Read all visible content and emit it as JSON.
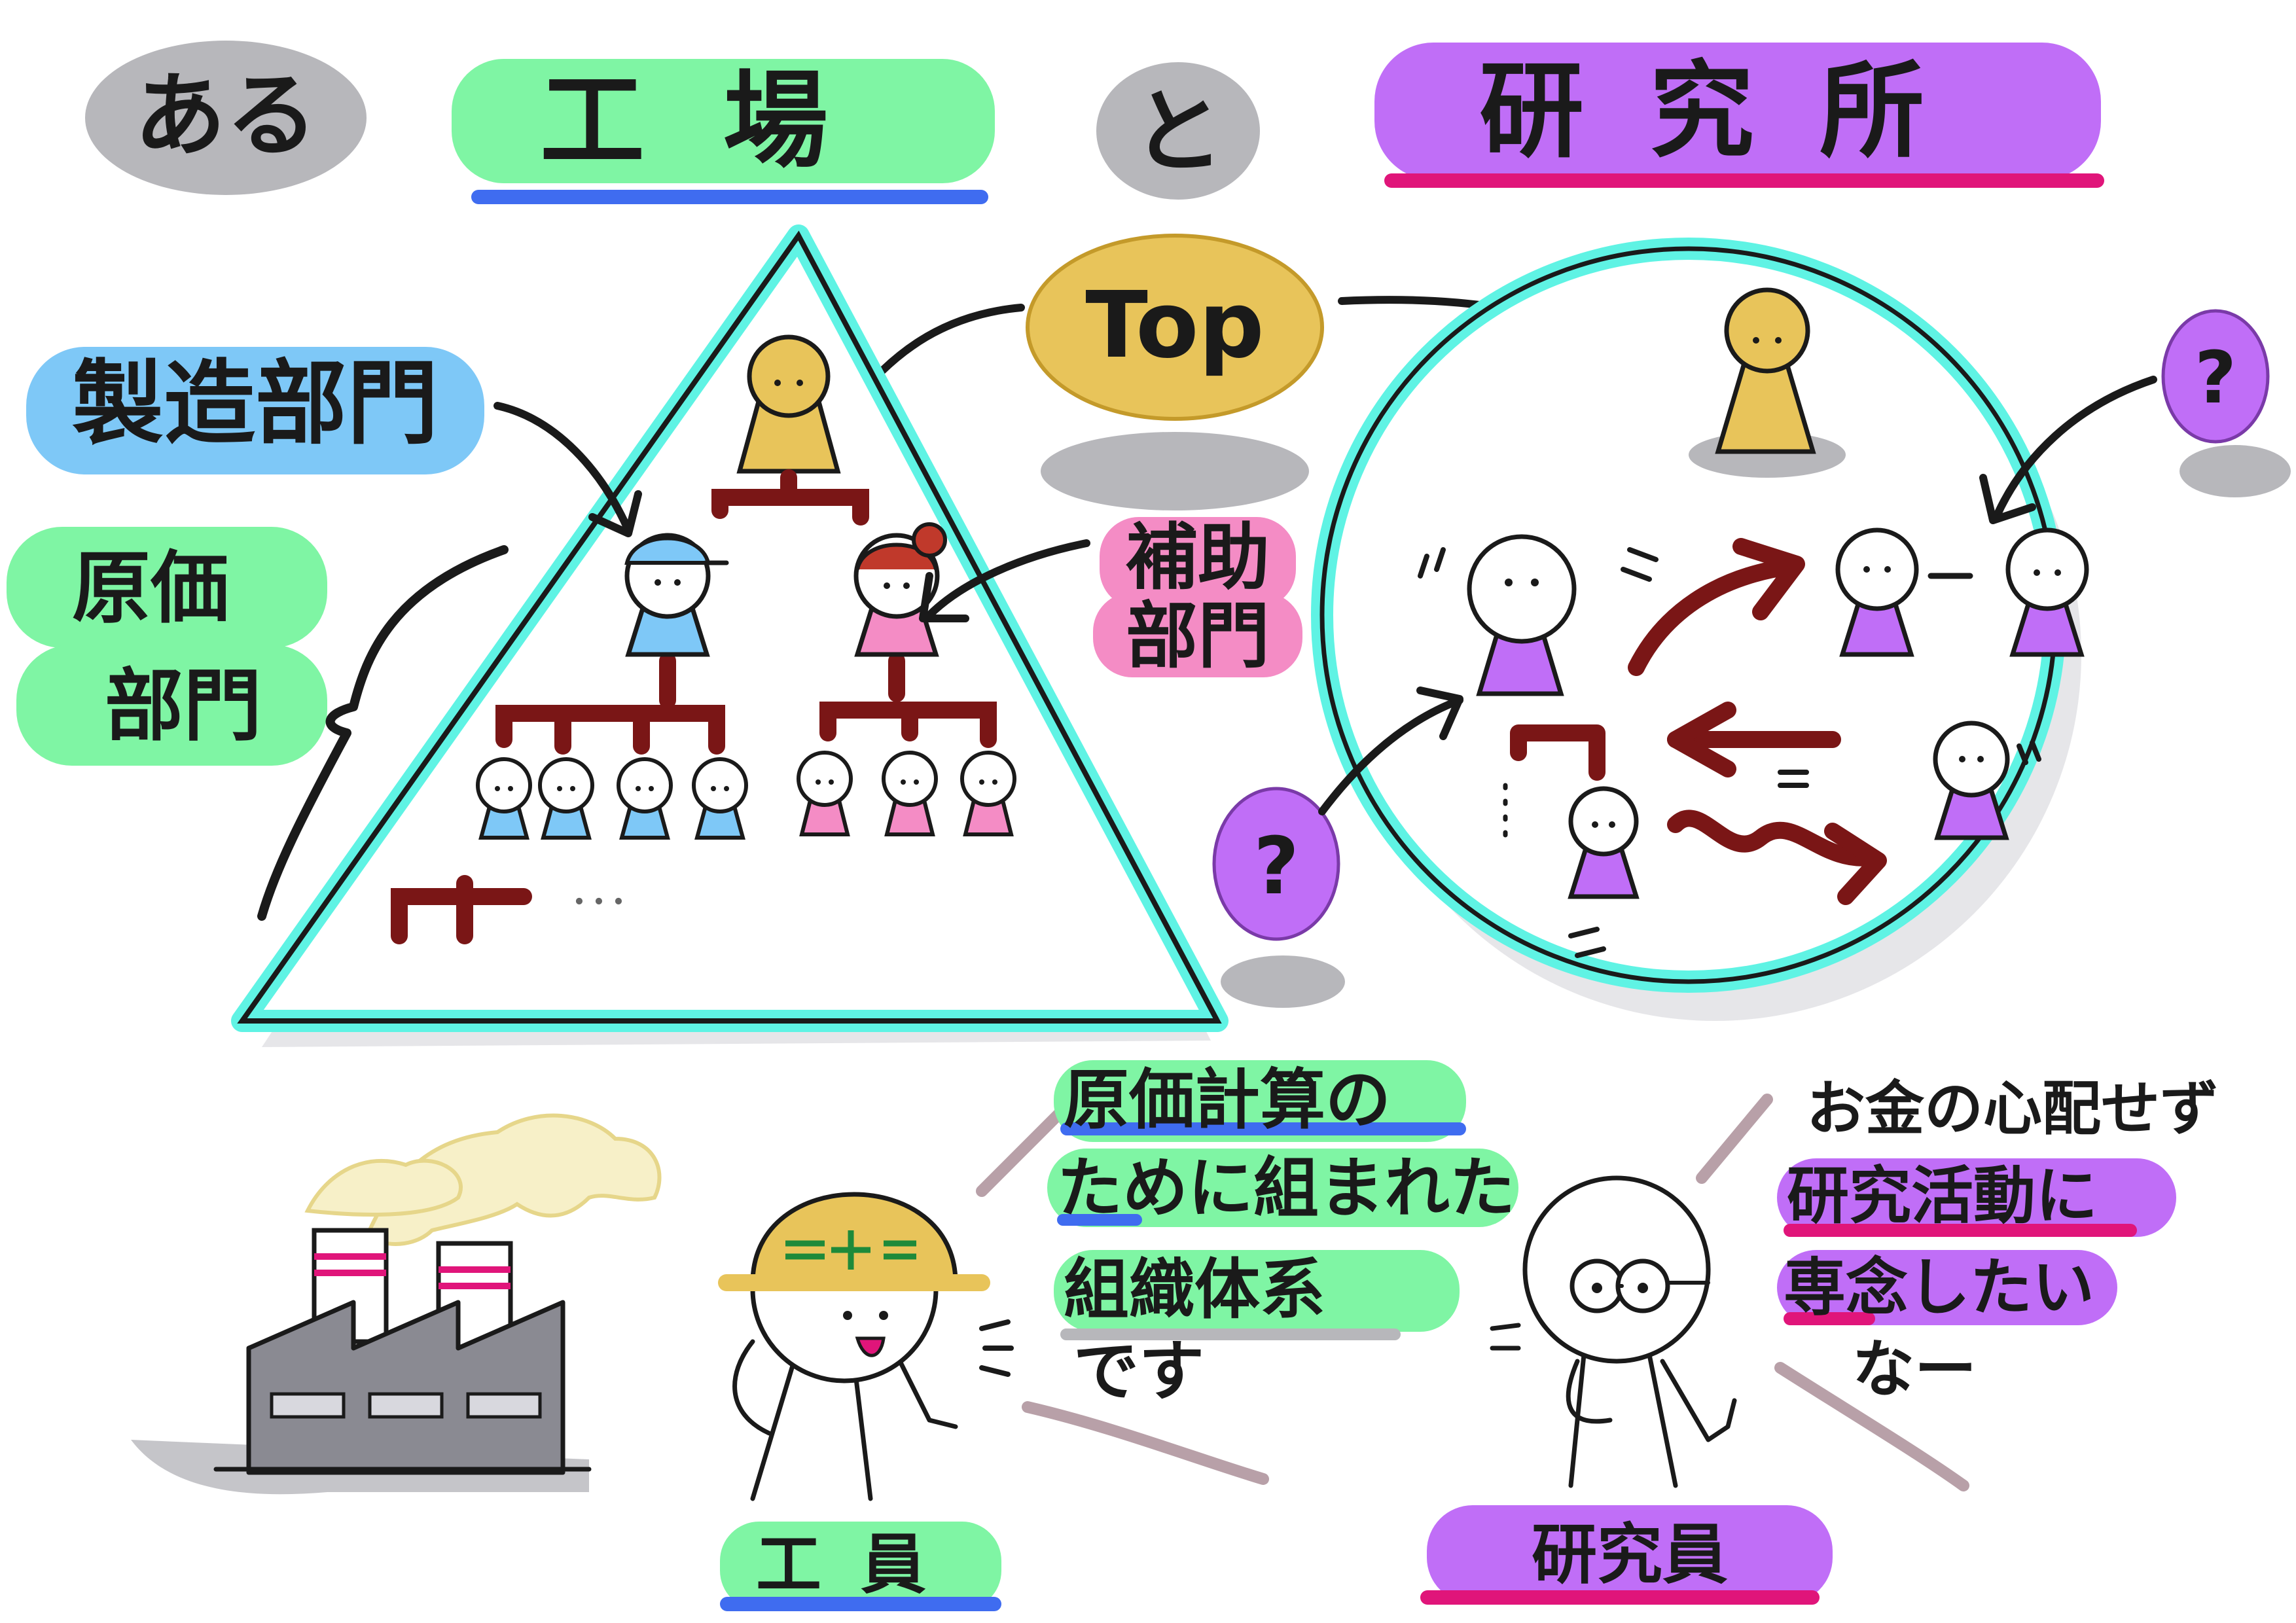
{
  "title": {
    "word1": "ある",
    "factory": "工場",
    "connector": "と",
    "lab": "研究所"
  },
  "top_label": "Top",
  "departments": {
    "manufacturing": "製造部門",
    "cost_line1": "原価",
    "cost_line2": "部門",
    "auxiliary_line1": "補助",
    "auxiliary_line2": "部門"
  },
  "question_mark": "?",
  "ellipsis": "･･･",
  "worker_speech": {
    "line1": "原価計算の",
    "line2": "ために組まれた",
    "line3": "組織体系",
    "line4": "です"
  },
  "researcher_speech": {
    "line1": "お金の心配せず",
    "line2": "研究活動に",
    "line3": "専念したい",
    "line4": "なー"
  },
  "labels": {
    "worker": "工員",
    "researcher": "研究員"
  },
  "colors": {
    "green_highlight": "#7ff5a4",
    "blue_highlight": "#7ec8f7",
    "purple_highlight": "#c06ef7",
    "pink_highlight": "#f48cc5",
    "gray_highlight": "#b9b9bd",
    "gold": "#e8c45a",
    "cyan_outline": "#5ff3e4",
    "dark_red": "#7a1616",
    "blue_underline": "#3f6cf0",
    "magenta_underline": "#e0157a"
  }
}
